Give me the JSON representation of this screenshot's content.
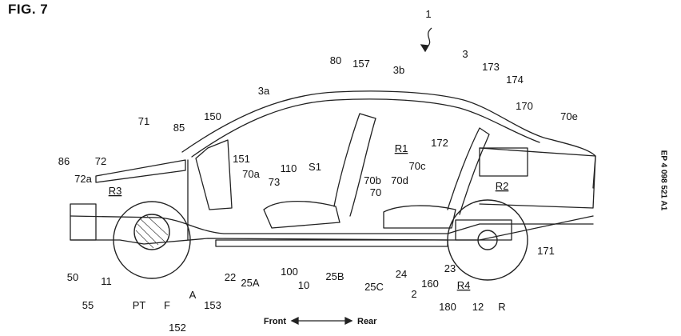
{
  "figure_title": "FIG. 7",
  "publication_number": "EP 4 098 521 A1",
  "direction": {
    "front": "Front",
    "rear": "Rear"
  },
  "labels": [
    "1",
    "80",
    "157",
    "3b",
    "3",
    "173",
    "174",
    "3a",
    "170",
    "70e",
    "150",
    "71",
    "85",
    "R1",
    "172",
    "86",
    "72",
    "151",
    "S1",
    "70c",
    "72a",
    "R3",
    "70a",
    "73",
    "110",
    "70b",
    "70d",
    "R2",
    "70",
    "171",
    "50",
    "11",
    "55",
    "PT",
    "F",
    "152",
    "A",
    "153",
    "22",
    "25A",
    "100",
    "10",
    "25B",
    "25C",
    "24",
    "2",
    "160",
    "23",
    "R4",
    "180",
    "12",
    "R"
  ]
}
